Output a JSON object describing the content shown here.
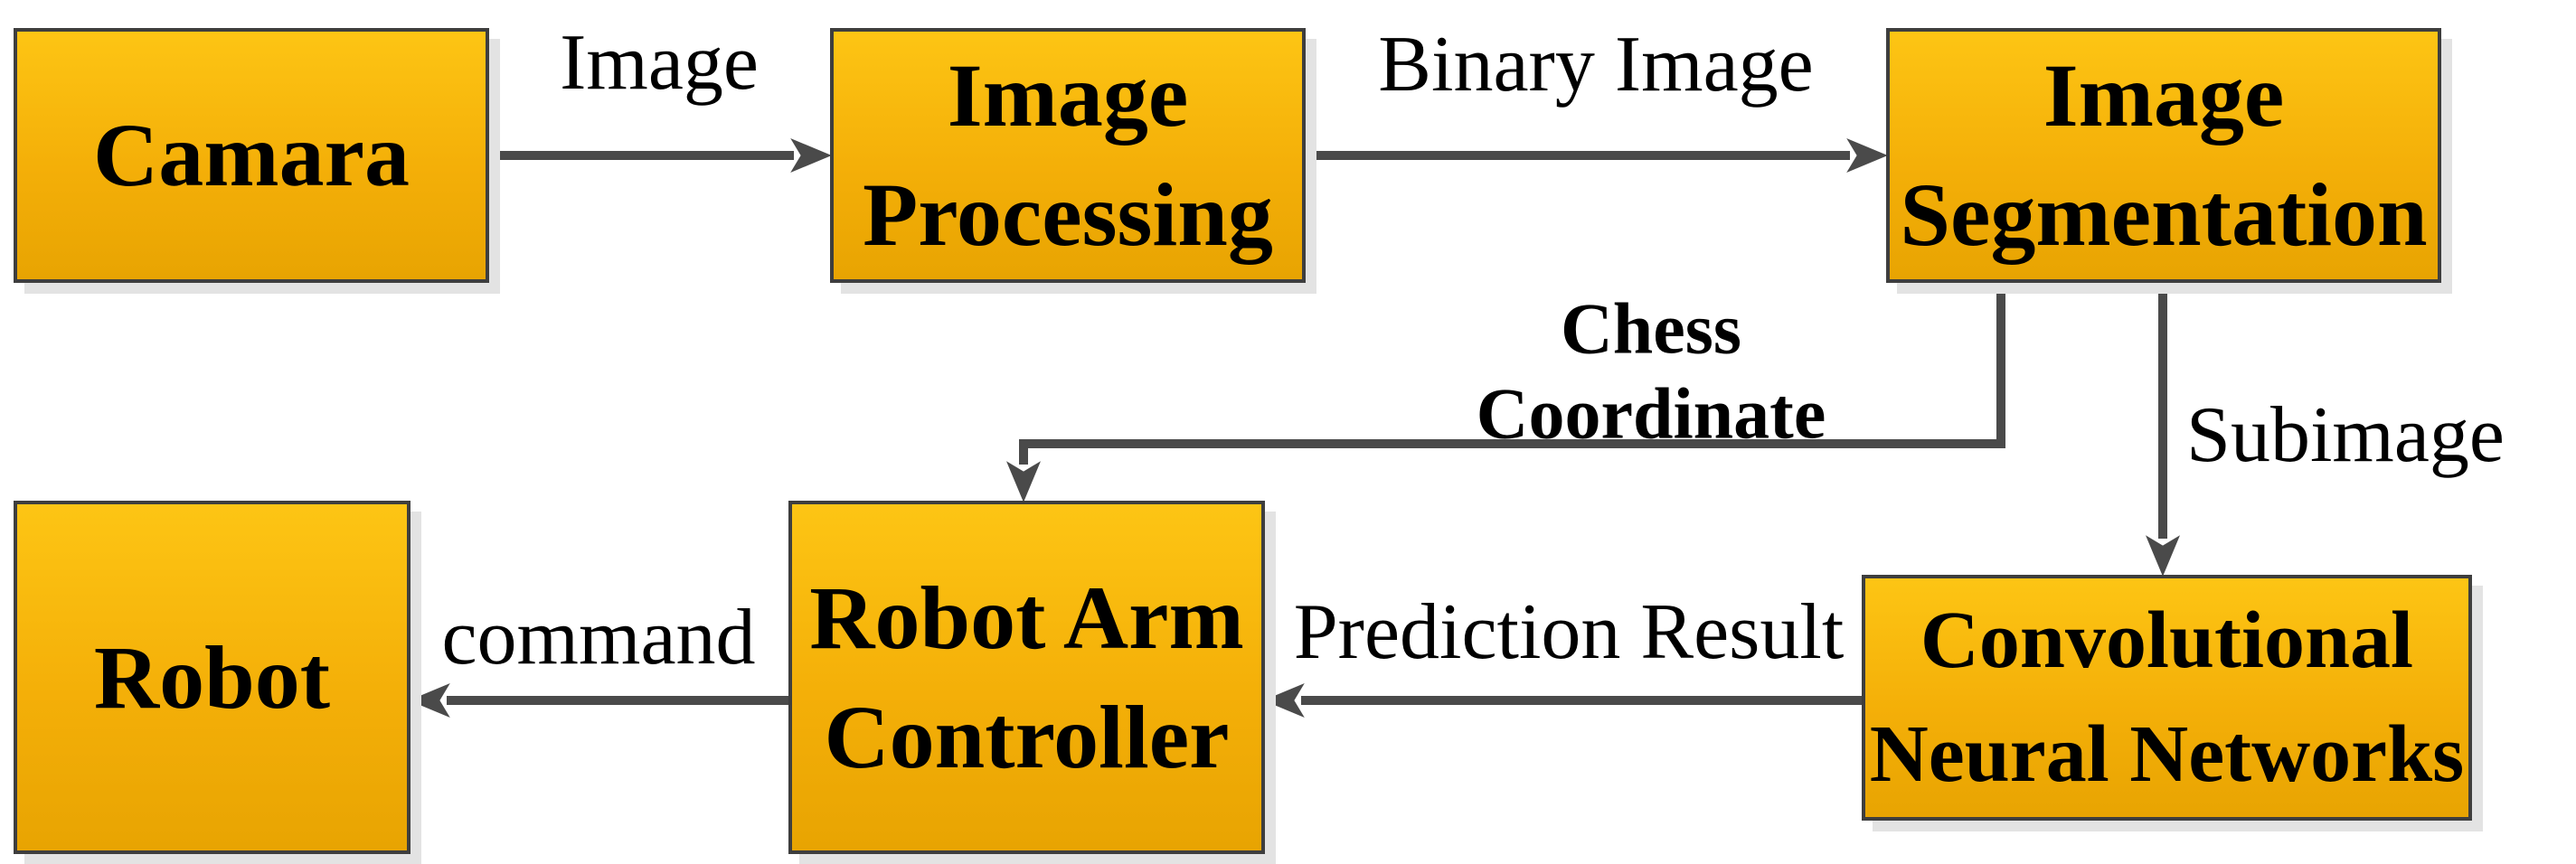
{
  "diagram": {
    "nodes": {
      "camera": {
        "label": "Camara"
      },
      "image_processing": {
        "line1": "Image",
        "line2": "Processing"
      },
      "image_segmentation": {
        "line1": "Image",
        "line2": "Segmentation"
      },
      "robot": {
        "label": "Robot"
      },
      "robot_arm_controller": {
        "line1": "Robot Arm",
        "line2": "Controller"
      },
      "cnn": {
        "line1": "Convolutional",
        "line2": "Neural Networks"
      }
    },
    "edges": {
      "image": {
        "label": "Image"
      },
      "binary_image": {
        "label": "Binary Image"
      },
      "chess_coordinate": {
        "line1": "Chess",
        "line2": "Coordinate"
      },
      "subimage": {
        "label": "Subimage"
      },
      "prediction_result": {
        "label": "Prediction Result"
      },
      "command": {
        "label": "command"
      }
    }
  },
  "colors": {
    "box_fill_top": "#FDC514",
    "box_fill_mid": "#F4AF08",
    "box_fill_bottom": "#E8A402",
    "box_border": "#3E3E3E",
    "arrow": "#4A4A4A",
    "shadow": "#E3E3E3",
    "text": "#000000",
    "background": "#FFFFFF"
  }
}
